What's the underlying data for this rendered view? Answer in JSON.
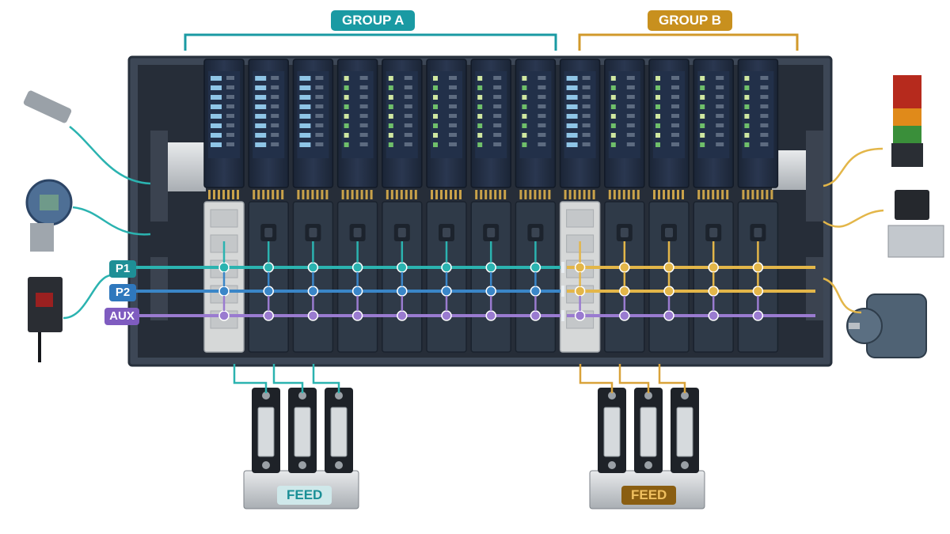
{
  "groups": [
    {
      "label": "GROUP A",
      "color": "#1a9aa3"
    },
    {
      "label": "GROUP B",
      "color": "#c8901e"
    }
  ],
  "buses": [
    {
      "label": "P1",
      "color_a": "#2bb3b0",
      "color_b": "#e3b649",
      "label_bg": "#1e8f96"
    },
    {
      "label": "P2",
      "color_a": "#3a86c8",
      "color_b": "#e3b649",
      "label_bg": "#2f78bd"
    },
    {
      "label": "AUX",
      "color_a": "#9a7bd0",
      "color_b": "#9a7bd0",
      "label_bg": "#7f5cc0"
    }
  ],
  "feeds": [
    {
      "label": "FEED",
      "text_color": "#1a8f96",
      "label_bg": "#2f6e7a",
      "wire_color": "#2bb3b0"
    },
    {
      "label": "FEED",
      "text_color": "#f0c060",
      "label_bg": "#8a5e12",
      "wire_color": "#d9a33a"
    }
  ],
  "modules": {
    "group_a_count": 8,
    "group_b_count": 5
  },
  "field_devices": {
    "inputs": [
      "proximity-sensor",
      "pressure-transmitter",
      "photoelectric-sensor"
    ],
    "outputs": [
      "stack-light",
      "solenoid-valve",
      "electric-motor"
    ]
  },
  "colors": {
    "rack": "#3d4756",
    "module": "#1f2a3d",
    "module_face": "#2b3850",
    "base": "#2f3a48",
    "power_module": "#d6d8d8"
  }
}
